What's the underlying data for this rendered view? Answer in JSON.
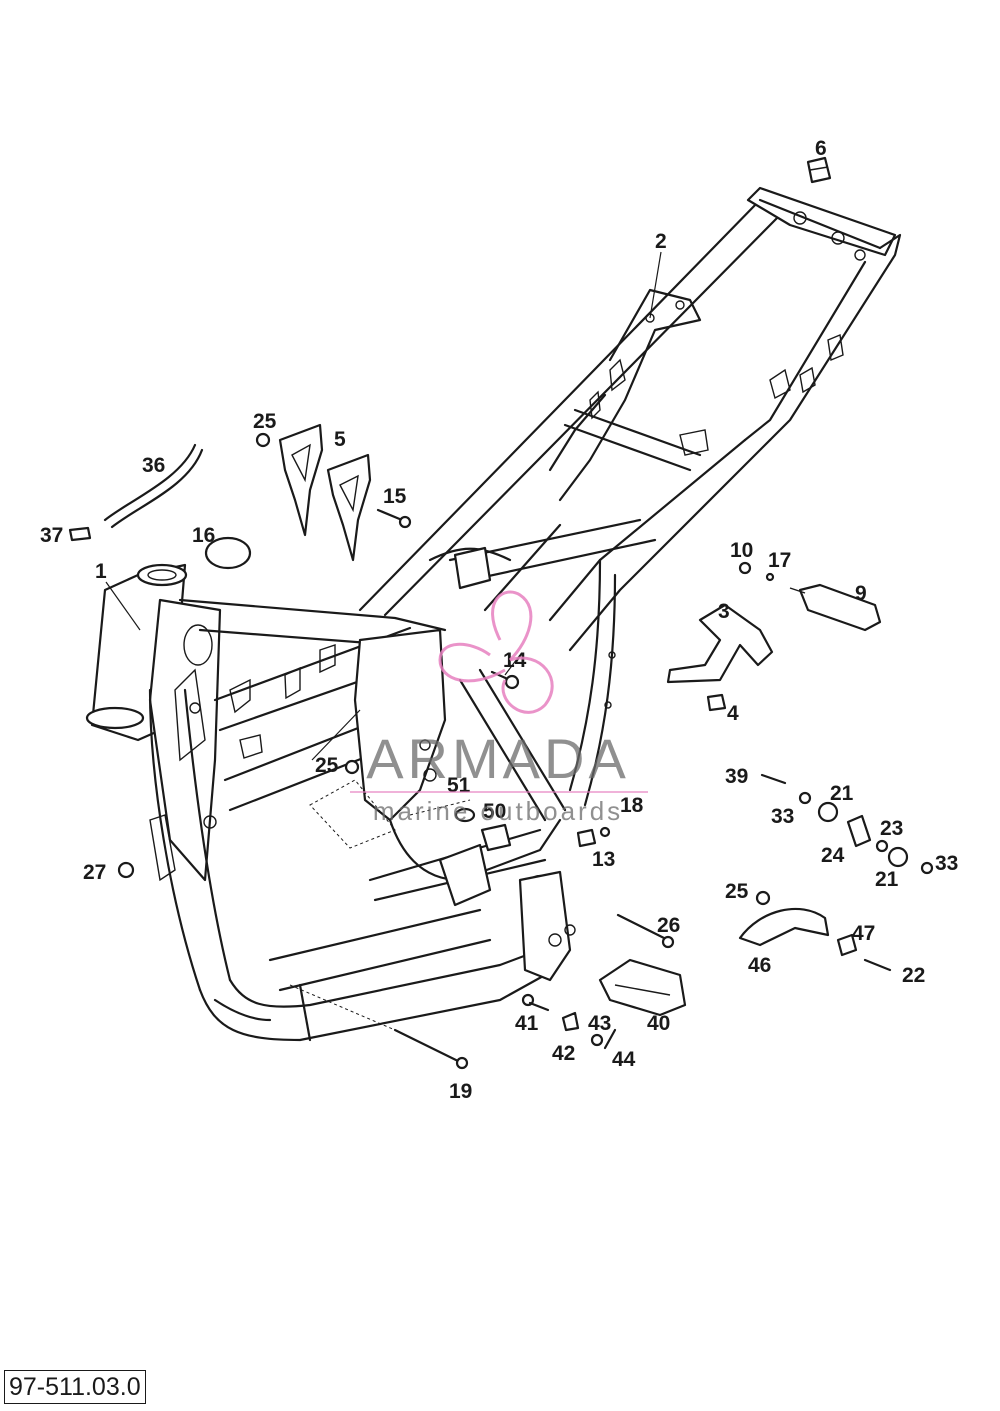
{
  "diagram": {
    "callouts": [
      "1",
      "2",
      "3",
      "4",
      "5",
      "6",
      "9",
      "10",
      "13",
      "14",
      "15",
      "16",
      "17",
      "18",
      "19",
      "21",
      "21",
      "22",
      "23",
      "24",
      "25",
      "25",
      "25",
      "26",
      "27",
      "33",
      "33",
      "36",
      "37",
      "39",
      "40",
      "41",
      "42",
      "43",
      "44",
      "46",
      "47",
      "50",
      "51"
    ],
    "drawing_code": "97-511.03.0"
  },
  "watermark": {
    "brand": "ARMADA",
    "tagline": "marine outboards",
    "brand_color": "#7a7a7a",
    "logo_color": "#e680c0"
  }
}
